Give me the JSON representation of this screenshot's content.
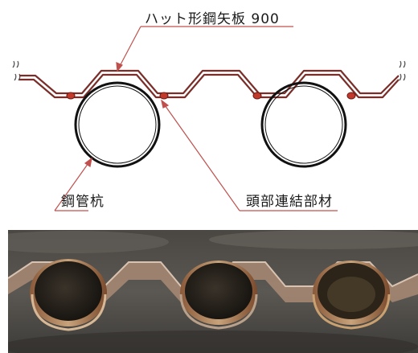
{
  "labels": {
    "sheet_pile": "ハット形鋼矢板 900",
    "steel_pipe_pile": "鋼管杭",
    "head_connector": "頭部連結部材"
  },
  "colors": {
    "wall_line": "#7a2e2a",
    "leader_line": "#c0504d",
    "connector": "#c0392b",
    "pile_outline": "#111111"
  },
  "icons": {
    "break_mark": "double-slash",
    "site_photo": "photo of installed steel pipe piles and hat-type sheet pile wall"
  }
}
